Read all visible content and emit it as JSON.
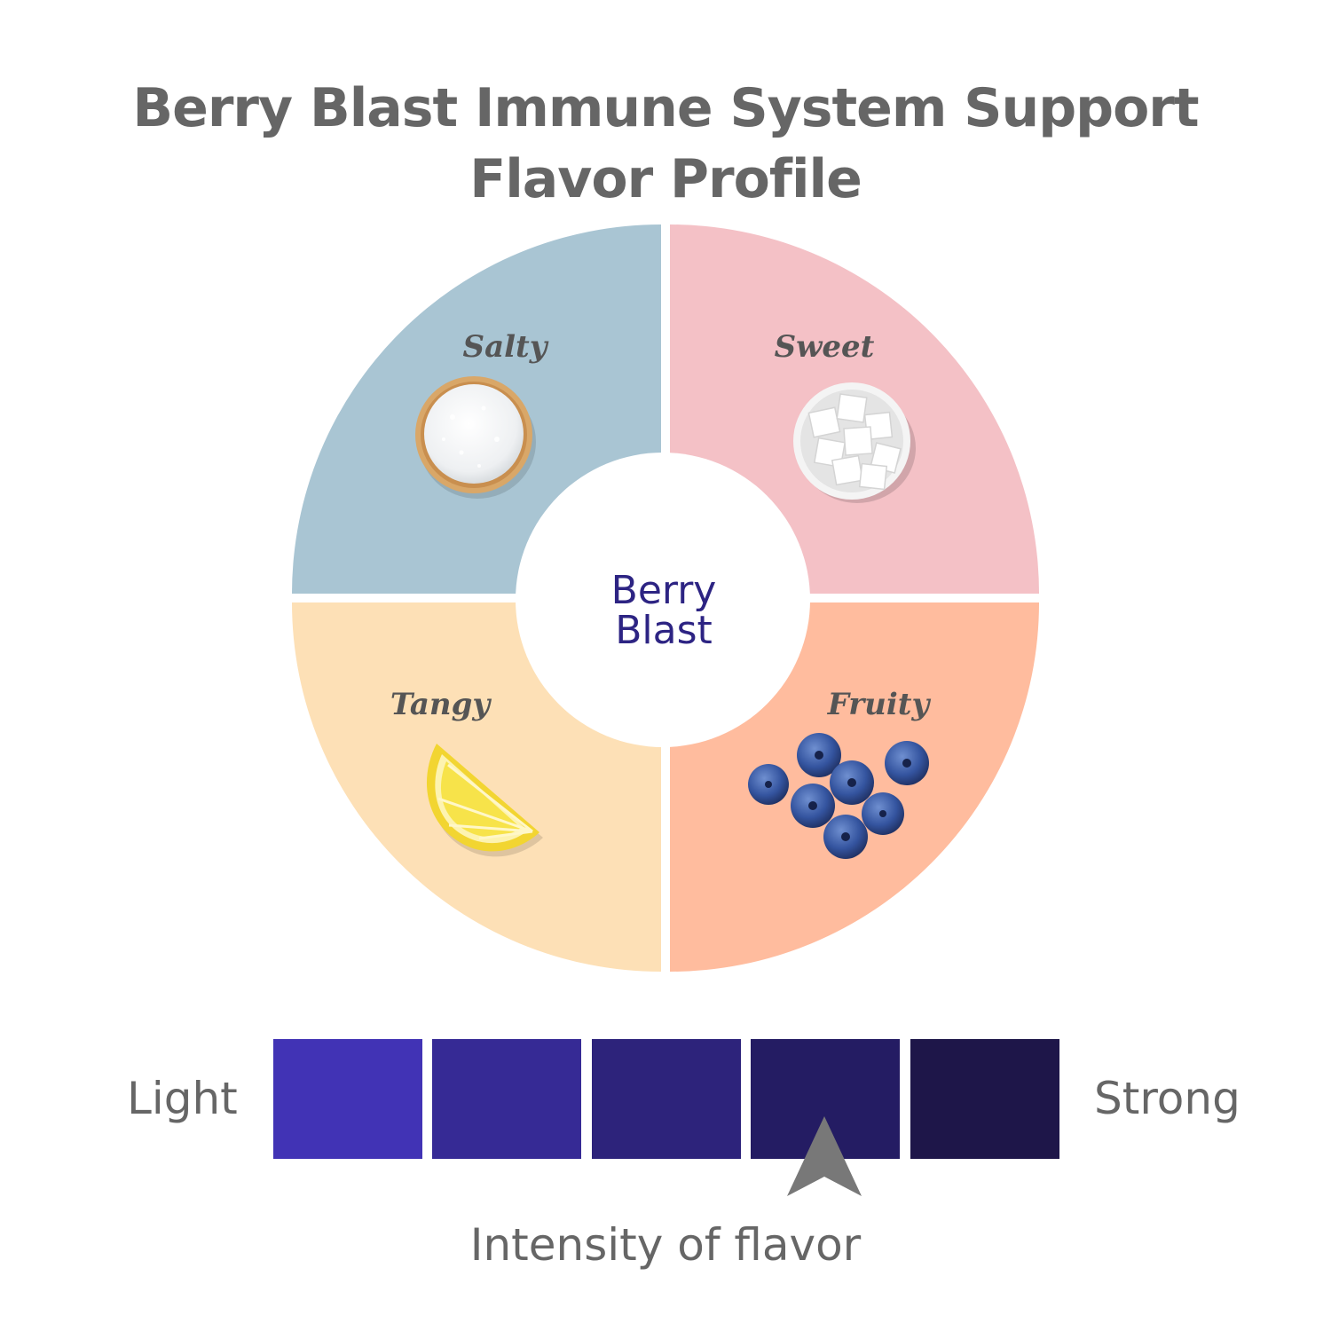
{
  "title": {
    "line1": "Berry Blast Immune System Support",
    "line2": "Flavor Profile"
  },
  "wheel": {
    "center_line1": "Berry",
    "center_line2": "Blast",
    "center_color": "#2d2483",
    "quadrants": [
      {
        "label": "Salty",
        "color": "#a9c5d3",
        "icon": "salt-bowl-icon"
      },
      {
        "label": "Sweet",
        "color": "#f4c1c6",
        "icon": "sugar-cubes-bowl-icon"
      },
      {
        "label": "Tangy",
        "color": "#fde0b6",
        "icon": "lemon-wedge-icon"
      },
      {
        "label": "Fruity",
        "color": "#ffbc9e",
        "icon": "blueberries-icon"
      }
    ]
  },
  "intensity": {
    "light_label": "Light",
    "strong_label": "Strong",
    "caption": "Intensity of flavor",
    "level": 4,
    "levels": 5,
    "colors": [
      "#4133b5",
      "#362a95",
      "#2d237b",
      "#241c63",
      "#1e1649"
    ],
    "pointer_color": "#787878"
  }
}
